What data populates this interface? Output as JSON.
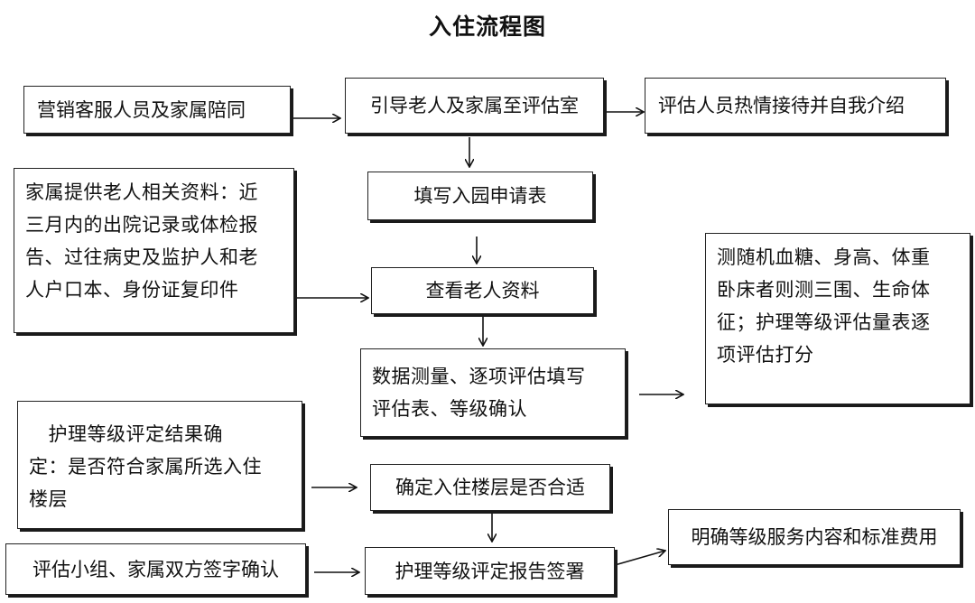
{
  "title": "入住流程图",
  "nodes": {
    "marketing": "营销客服人员及家属陪同",
    "guide": "引导老人及家属至评估室",
    "evaluator": "评估人员热情接待并自我介绍",
    "family_docs": [
      "家属提供老人相关资料：近",
      "三月内的出院记录或体检报",
      "告、过往病史及监护人和老",
      "人户口本、身份证复印件"
    ],
    "fill_form": "填写入园申请表",
    "check_docs": "查看老人资料",
    "measure": [
      "测随机血糖、身高、体重",
      "卧床者则测三围、生命体",
      "征；护理等级评估量表逐",
      "项评估打分"
    ],
    "data_measure": [
      "数据测量、逐项评估填写",
      "评估表、等级确认"
    ],
    "care_level_result": [
      "　护理等级评定结果确",
      "定：是否符合家属所选入住",
      "楼层"
    ],
    "confirm_floor": "确定入住楼层是否合适",
    "sign_confirm": "评估小组、家属双方签字确认",
    "report_sign": "护理等级评定报告签署",
    "service_fee": "明确等级服务内容和标准费用"
  }
}
